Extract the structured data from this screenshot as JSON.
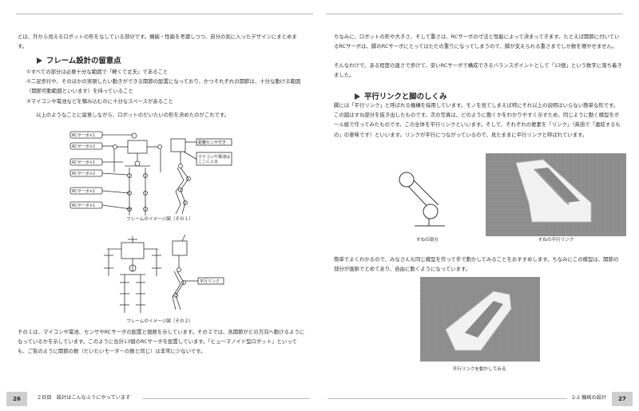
{
  "left": {
    "intro_text": "とは、外から見えるロボットの形をなしている部分です。機能・性能を考慮しつつ、自分の気に入ったデザインにまとめます。",
    "heading": "フレーム設計の留意点",
    "list": [
      "①すべての部分は必要十分な範囲で「軽くて丈夫」であること",
      "②二足歩行や、そのほかの実現したい動きができる関節の配置になっており、かつそれぞれの関節は、十分な動ける範囲（関節可動範囲といいます）を持っていること",
      "③マイコンや電池などを積み込むのに十分なスペースがあること"
    ],
    "para_after_list": "以上のようなことに留意しながら、ロボットのだいたいの形を決めたのがこれです。",
    "figure1": {
      "labels": [
        "RCサーボ×1",
        "RCサーボ×2",
        "RCサーボ×1",
        "RCサーボ×2",
        "RCサーボ×1",
        "RCサーボ×1"
      ],
      "side_labels": [
        "距離センサ付き",
        "マイコンや電池は",
        "ここに入る"
      ],
      "caption": "フレームのイメージ図（その１）"
    },
    "figure2": {
      "side_label": "平行リンク",
      "caption": "フレームのイメージ図（その２）"
    },
    "bottom_para": "その１は、マイコンや電池、センサやRCサーボの配置と個数を示しています。その２では、各関節がどの方向へ動けるようになっているかを示しています。このように合計13個のRCサーボを配置しています。「ヒューマノイド型ロボット」といっても、ご覧のように関節の数（だいたいモーターの数と同じ）は非常に少ないです。",
    "footer": {
      "page_number": "26",
      "text": "２日目　設計はこんなふうにやっています"
    }
  },
  "right": {
    "para1": "ちなみに、ロボットの形や大きさ、そして重さは、RCサーボの寸法と性能によって決まってきます。たとえば関節に付いているRCサーボは、脚のRCサーボにとってはただの重りになってしまうので、脚が支えられる重さまでしか数を増やせません。",
    "para2": "そんなわけで、ある程度の速さで歩けて、安いRCサーボで構成できるバランスポイントとして「13個」という数字に落ち着きました。",
    "heading": "平行リンクと脚のしくみ",
    "para3": "脚には「平行リンク」と呼ばれる機構を採用しています。モノを見てしまえば特にそれ以上の説明はいらない簡単な形です。この図はすね部分を抜き出したものです。次の写真は、どのように動くかをわかりやすく示すため、同じように動く模型をボール紙で作ってみたものです。この全体を平行リンクといいます。そして、それぞれの要素を「リンク」（英語で「連結するもの」の意味です）といいます。リンクが平行につながっているので、見たままに平行リンクと呼ばれています。",
    "fig_caption_a": "すねの部分",
    "fig_caption_b": "すねの平行リンク",
    "para4": "簡単でよくわかるので、みなさんも同じ模型を作って手で動かしてみることをおすすめします。ちなみにこの模型は、関節の部分が画鋲でとめてあり、自由に動くようになっています。",
    "fig_caption_c": "平行リンクを動かしてみる",
    "footer": {
      "page_number": "27",
      "text": "2-2 機械の設計"
    }
  }
}
